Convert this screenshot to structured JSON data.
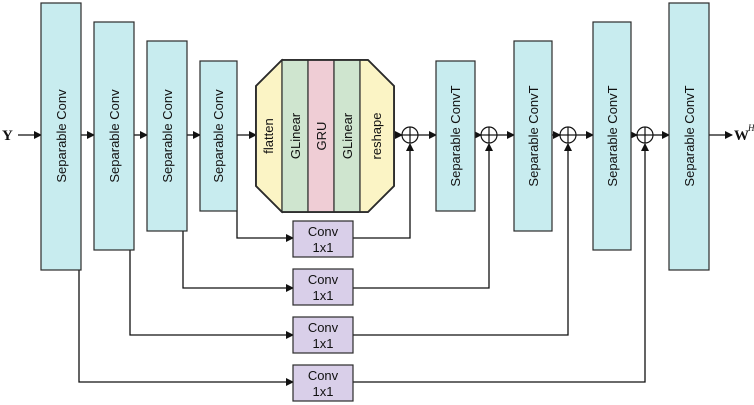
{
  "input_label": "Y",
  "output_label": "W",
  "output_superscript": "H",
  "colors": {
    "conv_block": "#c8ecef",
    "conv1x1_block": "#d9cfe9",
    "flatten_reshape": "#fbf4c5",
    "glinear": "#cfe5cf",
    "gru": "#efcdd5",
    "stroke": "#2b2b2b"
  },
  "encoder": [
    {
      "label": "Separable Conv"
    },
    {
      "label": "Separable Conv"
    },
    {
      "label": "Separable Conv"
    },
    {
      "label": "Separable Conv"
    }
  ],
  "bottleneck": [
    "flatten",
    "GLinear",
    "GRU",
    "GLinear",
    "reshape"
  ],
  "decoder": [
    {
      "label": "Separable ConvT"
    },
    {
      "label": "Separable ConvT"
    },
    {
      "label": "Separable ConvT"
    },
    {
      "label": "Separable ConvT"
    }
  ],
  "skip_blocks": [
    {
      "line1": "Conv",
      "line2": "1x1"
    },
    {
      "line1": "Conv",
      "line2": "1x1"
    },
    {
      "line1": "Conv",
      "line2": "1x1"
    },
    {
      "line1": "Conv",
      "line2": "1x1"
    }
  ]
}
